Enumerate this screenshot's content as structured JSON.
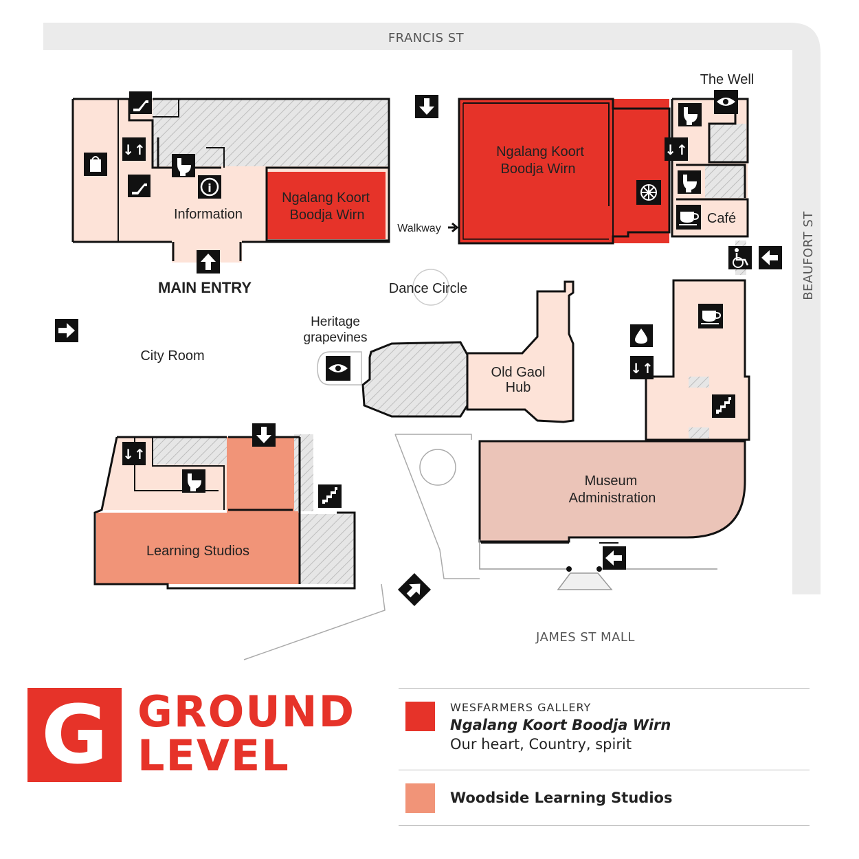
{
  "colors": {
    "gallery": "#e63329",
    "studios": "#f19478",
    "floor": "#fde3d8",
    "admin": "#ebc4b8",
    "hatch": "#e4e4e4",
    "street": "#ebebeb",
    "wall": "#111111",
    "brand": "#e63329"
  },
  "map": {
    "streets": {
      "north": "FRANCIS ST",
      "east": "BEAUFORT ST",
      "south": "JAMES ST MALL"
    },
    "labels": {
      "the_well": "The Well",
      "gallery_west_1": "Ngalang Koort",
      "gallery_west_2": "Boodja Wirn",
      "gallery_east_1": "Ngalang Koort",
      "gallery_east_2": "Boodja Wirn",
      "information": "Information",
      "main_entry": "MAIN ENTRY",
      "walkway": "Walkway",
      "cafe": "Café",
      "dance_circle": "Dance Circle",
      "heritage_1": "Heritage",
      "heritage_2": "grapevines",
      "city_room": "City Room",
      "old_gaol_1": "Old Gaol",
      "old_gaol_2": "Hub",
      "admin_1": "Museum",
      "admin_2": "Administration",
      "learning_studios": "Learning Studios"
    },
    "icons": {
      "escalator": "escalator-icon",
      "lift": "lift-icon",
      "toilet": "toilet-icon",
      "information": "information-icon",
      "shop": "shopping-bag-icon",
      "viewpoint": "eye-icon",
      "cafe": "coffee-cup-icon",
      "accessible": "wheelchair-icon",
      "water": "water-drop-icon",
      "stairs": "stairs-icon",
      "entry_arrow": "arrow-icon",
      "fan": "fan-icon"
    }
  },
  "level": {
    "badge": "G",
    "title_line_1": "GROUND",
    "title_line_2": "LEVEL"
  },
  "legend": {
    "gallery_small": "WESFARMERS GALLERY",
    "gallery_name": "Ngalang Koort Boodja Wirn",
    "gallery_tagline": "Our heart, Country, spirit",
    "studios_name": "Woodside Learning Studios"
  }
}
